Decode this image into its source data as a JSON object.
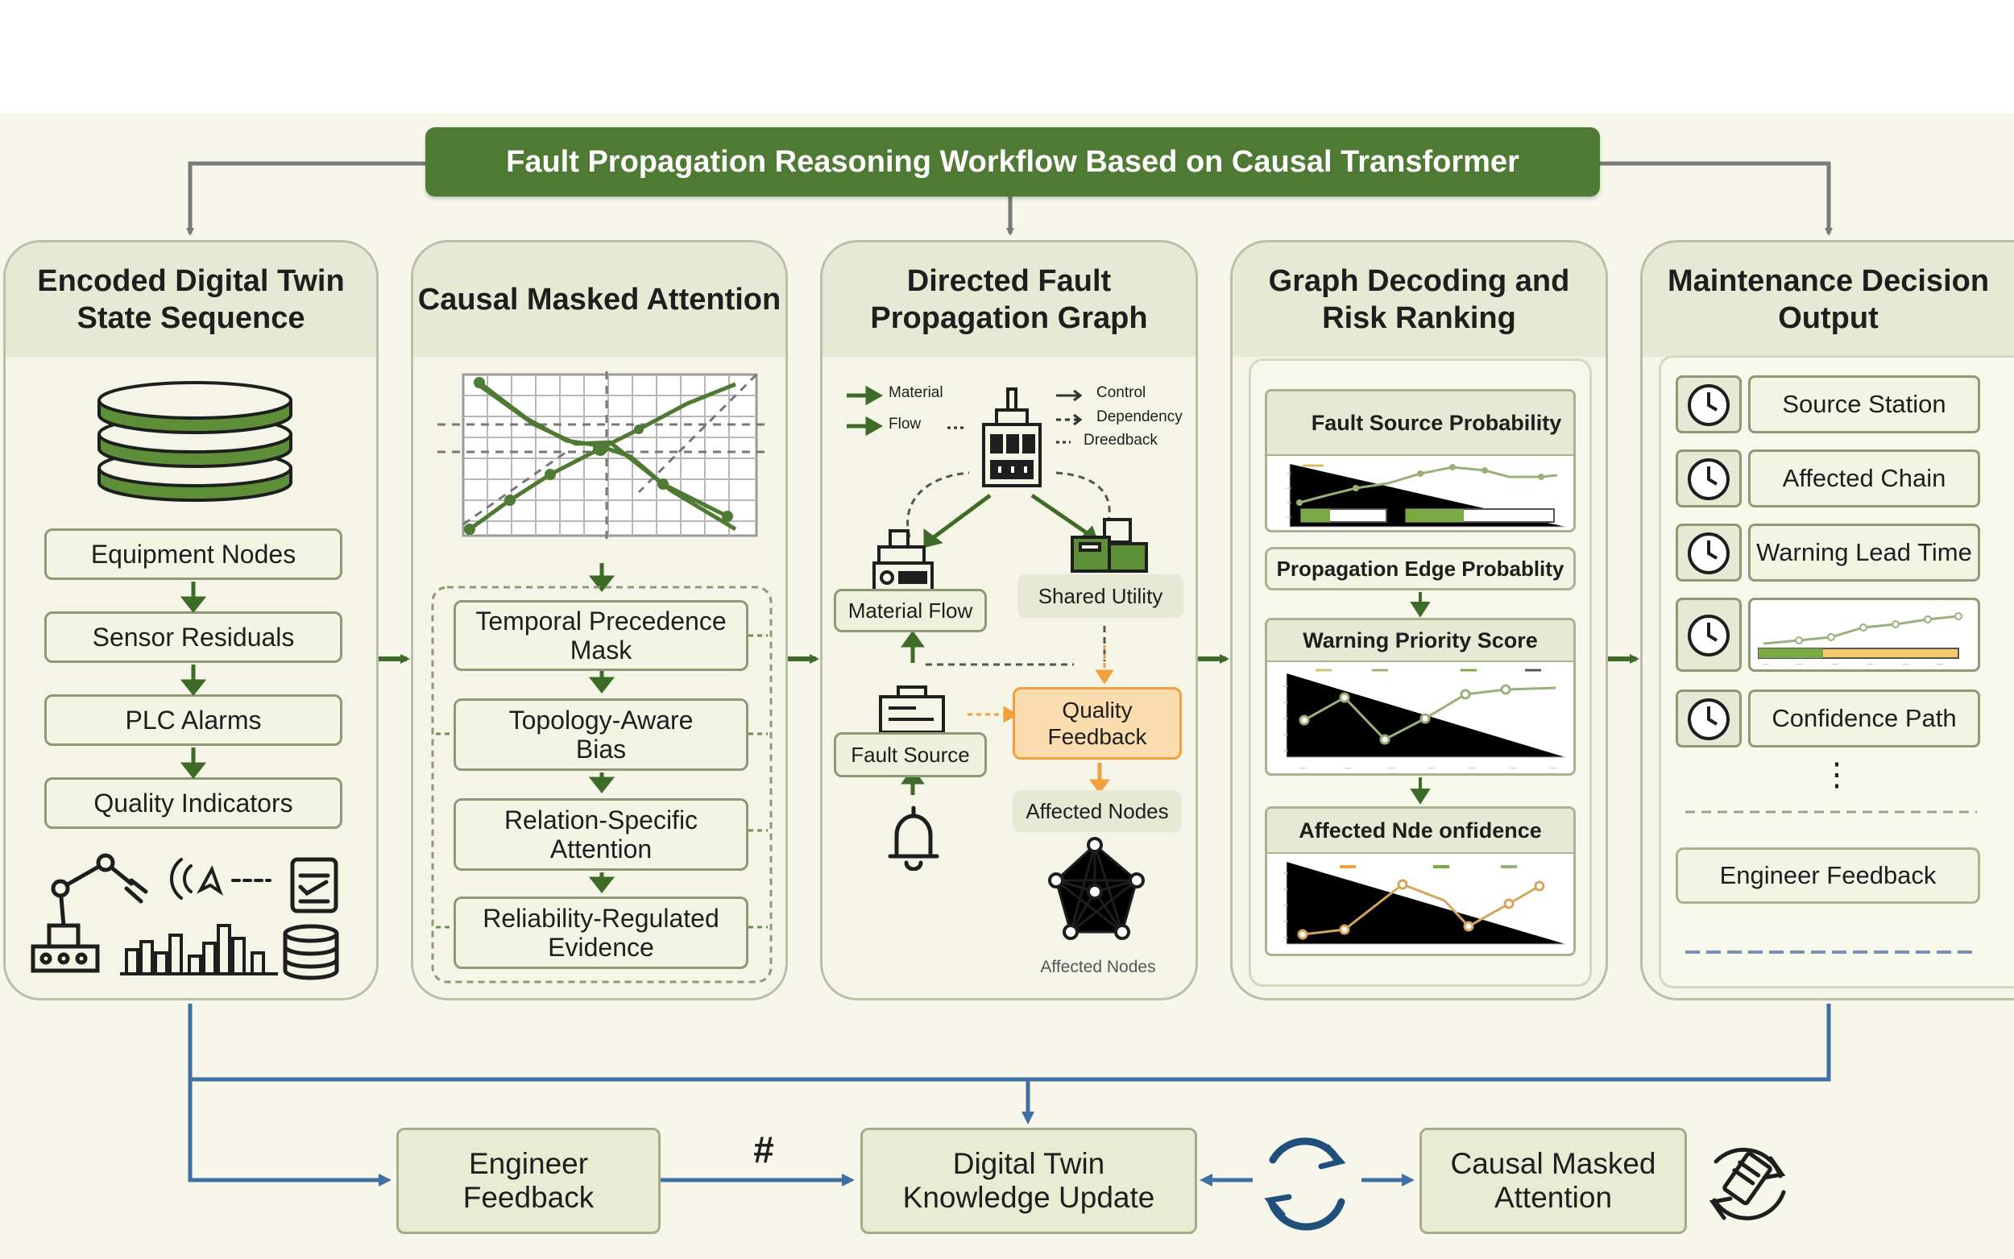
{
  "title": "Fault Propagation Reasoning Workflow Based on Causal Transformer",
  "panels": {
    "p1": {
      "title": "Encoded Digital Twin State Sequence",
      "steps": [
        "Equipment Nodes",
        "Sensor Residuals",
        "PLC Alarms",
        "Quality Indicators"
      ]
    },
    "p2": {
      "title": "Causal Masked Attention",
      "steps": [
        "Temporal Precedence Mask",
        "Topology-Aware Bias",
        "Relation-Specific Attention",
        "Reliability-Regulated Evidence"
      ]
    },
    "p3": {
      "title": "Directed Fault Propagation Graph",
      "legend_left": [
        "Material",
        "Flow"
      ],
      "legend_right": [
        "Control",
        "Dependency",
        "Dreedback"
      ],
      "nodes": {
        "material_flow": "Material Flow",
        "shared_utility": "Shared Utility",
        "fault_source": "Fault Source",
        "quality_feedback": "Quality Feedback",
        "affected_nodes": "Affected Nodes",
        "affected_nodes_caption": "Affected Nodes"
      }
    },
    "p4": {
      "title": "Graph Decoding and Risk Ranking",
      "cards": {
        "fault_source": "Fault Source Probability",
        "propagation": "Propagation Edge Probablity",
        "warning": "Warning Priority Score",
        "affected": "Affected Nde onfidence"
      }
    },
    "p5": {
      "title": "Maintenance Decision Output",
      "items": [
        "Source Station",
        "Affected Chain",
        "Warning Lead Time",
        "Confidence Path"
      ],
      "ellipsis": "⋮",
      "feedback": "Engineer Feedback"
    }
  },
  "bottom": {
    "engineer_feedback": "Engineer Feedback",
    "hash_mark": "#",
    "dt_update": "Digital Twin Knowledge Update",
    "causal": "Causal Masked Attention"
  },
  "icons": [
    "database-icon",
    "robot-arm-icon",
    "sensor-wave-icon",
    "checklist-icon",
    "storage-icon",
    "factory-icon",
    "machine-icon",
    "bell-icon",
    "network-icon",
    "clock-icon",
    "cycle-arrows-icon",
    "refresh-edit-icon"
  ],
  "colors": {
    "banner": "#4f7a33",
    "accent_green": "#4f7a33",
    "light_green": "#7aa843",
    "orange": "#f2a03b",
    "orange_fill": "#fbdcae",
    "blue_line": "#3f6fa3"
  }
}
